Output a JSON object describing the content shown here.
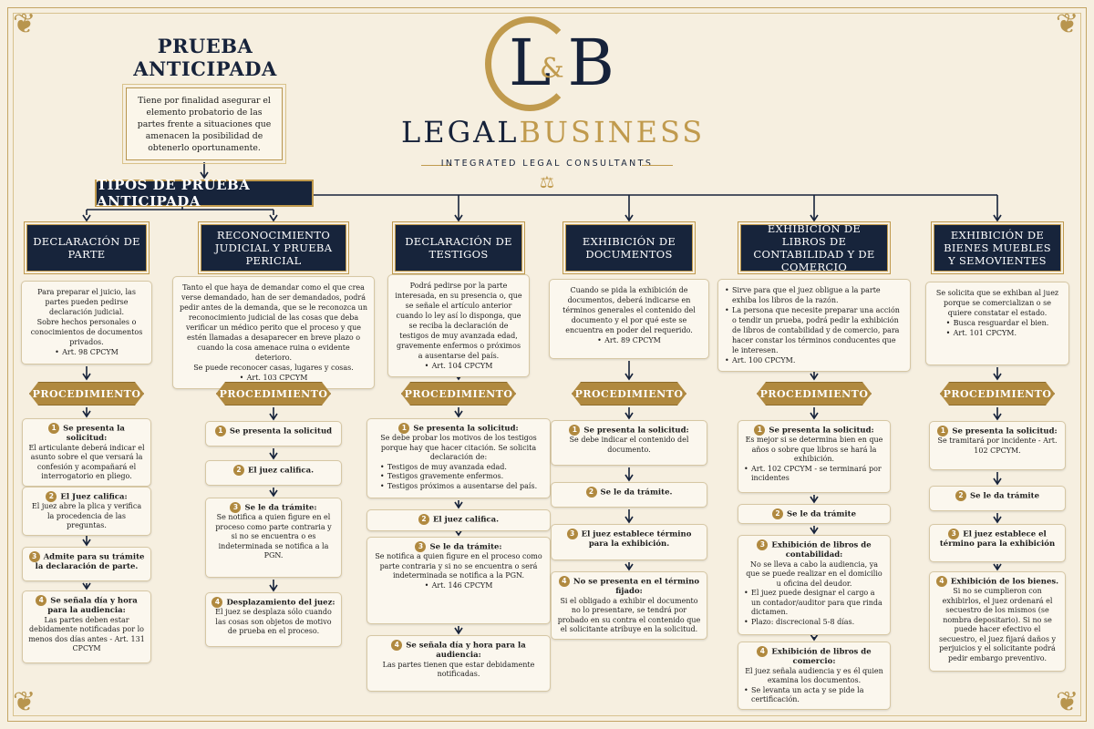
{
  "brand": {
    "monogram_left": "L",
    "monogram_amp": "&",
    "monogram_right": "B",
    "name_a": "LEGAL",
    "name_b": "BUSINESS",
    "tagline": "INTEGRATED LEGAL CONSULTANTS",
    "scale_icon": "balance-scale-icon",
    "gold": "#c09a4d",
    "navy": "#16223a"
  },
  "title": "PRUEBA ANTICIPADA",
  "intro": "Tiene por finalidad asegurar el elemento probatorio de las partes frente a situaciones que amenacen la posibilidad de obtenerlo oportunamente.",
  "section_header": "TIPOS DE PRUEBA ANTICIPADA",
  "procedure_label": "PROCEDIMIENTO",
  "columns": [
    {
      "title": "DECLARACIÓN DE PARTE",
      "desc_lines": [
        "Para preparar el juicio, las partes pueden pedirse declaración judicial.",
        "Sobre hechos personales o conocimientos de documentos privados."
      ],
      "desc_bullets": [
        "Art. 98 CPCYM"
      ],
      "steps": [
        {
          "num": "1",
          "title": "Se presenta la solicitud:",
          "body": "El articulante deberá indicar el asunto sobre el que versará la confesión y acompañará el interrogatorio en pliego.",
          "bullets": []
        },
        {
          "num": "2",
          "title": "El Juez califica:",
          "body": "El juez abre la plica y verifica la procedencia de las preguntas.",
          "bullets": []
        },
        {
          "num": "3",
          "title": "Admite para su trámite la declaración de parte.",
          "body": "",
          "bullets": []
        },
        {
          "num": "4",
          "title": "Se señala día y hora para la audiencia:",
          "body": "Las partes deben estar debidamente notificadas por lo menos dos días antes - Art. 131 CPCYM",
          "bullets": []
        }
      ]
    },
    {
      "title": "RECONOCIMIENTO JUDICIAL Y PRUEBA PERICIAL",
      "desc_lines": [
        "Tanto el que haya de demandar como el que crea verse demandado, han de ser demandados, podrá pedir antes de la demanda, que se le reconozca un reconocimiento judicial de las cosas que deba verificar un médico perito que el proceso y que estén llamadas a desaparecer en breve plazo o cuando la cosa amenace ruina o evidente deterioro.",
        "Se puede reconocer casas, lugares y cosas."
      ],
      "desc_bullets": [
        "Art. 103 CPCYM"
      ],
      "steps": [
        {
          "num": "1",
          "title": "Se presenta la solicitud",
          "body": "",
          "bullets": []
        },
        {
          "num": "2",
          "title": "El juez califica.",
          "body": "",
          "bullets": []
        },
        {
          "num": "3",
          "title": "Se le da trámite:",
          "body": "Se notifica a quien figure en el proceso como parte contraria y si no se encuentra o es indeterminada se notifica a la PGN.",
          "bullets": []
        },
        {
          "num": "4",
          "title": "Desplazamiento del juez:",
          "body": "El juez se desplaza sólo cuando las cosas son objetos de motivo de prueba en el proceso.",
          "bullets": []
        }
      ]
    },
    {
      "title": "DECLARACIÓN DE TESTIGOS",
      "desc_lines": [
        "Podrá pedirse por la parte interesada, en su presencia o, que se señale el artículo anterior cuando lo ley así lo disponga, que se reciba la declaración de testigos de muy avanzada edad, gravemente enfermos o próximos a ausentarse del país."
      ],
      "desc_bullets": [
        "Art. 104 CPCYM"
      ],
      "steps": [
        {
          "num": "1",
          "title": "Se presenta la solicitud:",
          "body": "Se debe probar los motivos de los testigos porque hay que hacer citación. Se solicita declaración de:",
          "bullets": [
            "Testigos de muy avanzada edad.",
            "Testigos gravemente enfermos.",
            "Testigos próximos a ausentarse del país."
          ]
        },
        {
          "num": "2",
          "title": "El juez califica.",
          "body": "",
          "bullets": []
        },
        {
          "num": "3",
          "title": "Se le da trámite:",
          "body": "Se notifica a quien figure en el proceso como parte contraria y si no se encuentra o será indeterminada se notifica a la PGN.",
          "bullets": [
            "Art. 146 CPCYM"
          ]
        },
        {
          "num": "4",
          "title": "Se señala día y hora para la audiencia:",
          "body": "Las partes tienen que estar debidamente notificadas.",
          "bullets": []
        }
      ]
    },
    {
      "title": "EXHIBICIÓN DE DOCUMENTOS",
      "desc_lines": [
        "Cuando se pida la exhibición de documentos, deberá indicarse en términos generales el contenido del documento y el por qué este se encuentra en poder del requerido."
      ],
      "desc_bullets": [
        "Art. 89 CPCYM"
      ],
      "steps": [
        {
          "num": "1",
          "title": "Se presenta la solicitud:",
          "body": "Se debe indicar el contenido del documento.",
          "bullets": []
        },
        {
          "num": "2",
          "title": "Se le da trámite.",
          "body": "",
          "bullets": []
        },
        {
          "num": "3",
          "title": "El juez establece término para la exhibición.",
          "body": "",
          "bullets": []
        },
        {
          "num": "4",
          "title": "No se presenta en el término fijado:",
          "body": "Si el obligado a exhibir el documento no lo presentare, se tendrá por probado en su contra el contenido que el solicitante atribuye en la solicitud.",
          "bullets": []
        }
      ]
    },
    {
      "title": "EXHIBICIÓN DE LIBROS DE CONTABILIDAD Y DE COMERCIO",
      "desc_lines": [],
      "desc_bullets": [
        "Sirve para que el juez obligue a la parte exhiba los libros de la razón.",
        "La persona que necesite preparar una acción o tendir un prueba, podrá pedir la exhibición de libros de contabilidad y de comercio, para hacer constar los términos conducentes que le interesen.",
        "Art. 100 CPCYM."
      ],
      "steps": [
        {
          "num": "1",
          "title": "Se presenta la solicitud:",
          "body": "Es mejor si se determina bien en que años o sobre que libros se hará la exhibición.",
          "bullets": [
            "Art. 102 CPCYM - se terminará por incidentes"
          ]
        },
        {
          "num": "2",
          "title": "Se le da trámite",
          "body": "",
          "bullets": []
        },
        {
          "num": "3",
          "title": "Exhibición de libros de contabilidad:",
          "body": "No se lleva a cabo la audiencia, ya que se puede realizar en el domicilio u oficina del deudor.",
          "bullets": [
            "El juez puede designar el cargo a un contador/auditor para que rinda dictamen.",
            "Plazo: discrecional 5-8 días."
          ]
        },
        {
          "num": "4",
          "title": "Exhibición de libros de comercio:",
          "body": "El juez señala audiencia y es él quien examina los documentos.",
          "bullets": [
            "Se levanta un acta y se pide la certificación."
          ]
        }
      ]
    },
    {
      "title": "EXHIBICIÓN DE BIENES MUEBLES Y SEMOVIENTES",
      "desc_lines": [
        "Se solicita que se exhiban al juez porque se comercializan o se quiere constatar el estado."
      ],
      "desc_bullets": [
        "Busca resguardar el bien.",
        "Art. 101 CPCYM."
      ],
      "steps": [
        {
          "num": "1",
          "title": "Se presenta la solicitud:",
          "body": "Se tramitará por incidente - Art. 102 CPCYM.",
          "bullets": []
        },
        {
          "num": "2",
          "title": "Se le da trámite",
          "body": "",
          "bullets": []
        },
        {
          "num": "3",
          "title": "El juez establece el término para la exhibición",
          "body": "",
          "bullets": []
        },
        {
          "num": "4",
          "title": "Exhibición de los bienes.",
          "body": "Si no se cumplieron con exhibirlos, el juez ordenará el secuestro de los mismos (se nombra depositario). Si no se puede hacer efectivo el secuestro, el juez fijará daños y perjuicios y el solicitante podrá pedir embargo preventivo.",
          "bullets": []
        }
      ]
    }
  ]
}
